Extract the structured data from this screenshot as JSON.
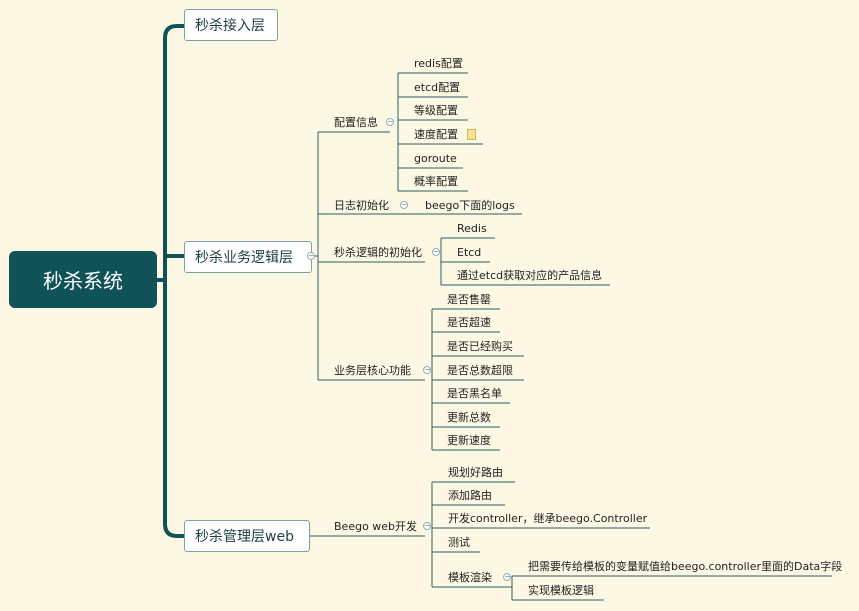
{
  "root": "秒杀系统",
  "l1": {
    "access": "秒杀接入层",
    "logic": "秒杀业务逻辑层",
    "admin": "秒杀管理层web"
  },
  "config": {
    "label": "配置信息",
    "items": [
      "redis配置",
      "etcd配置",
      "等级配置",
      "速度配置",
      "goroute",
      "概率配置"
    ]
  },
  "log": {
    "label": "日志初始化",
    "item": "beego下面的logs"
  },
  "init": {
    "label": "秒杀逻辑的初始化",
    "items": [
      "Redis",
      "Etcd",
      "通过etcd获取对应的产品信息"
    ]
  },
  "core": {
    "label": "业务层核心功能",
    "items": [
      "是否售罄",
      "是否超速",
      "是否已经购买",
      "是否总数超限",
      "是否黑名单",
      "更新总数",
      "更新速度"
    ]
  },
  "web": {
    "label": "Beego web开发",
    "items": [
      "规划好路由",
      "添加路由",
      "开发controller，继承beego.Controller",
      "测试",
      "模板渲染"
    ],
    "render_items": [
      "把需要传给模板的变量赋值给beego.controller里面的Data字段",
      "实现模板逻辑"
    ]
  },
  "colors": {
    "root_bg": "#0f5258",
    "trunk": "#0f5258",
    "branch": "#2f5e66",
    "background": "#fdf8e4"
  }
}
